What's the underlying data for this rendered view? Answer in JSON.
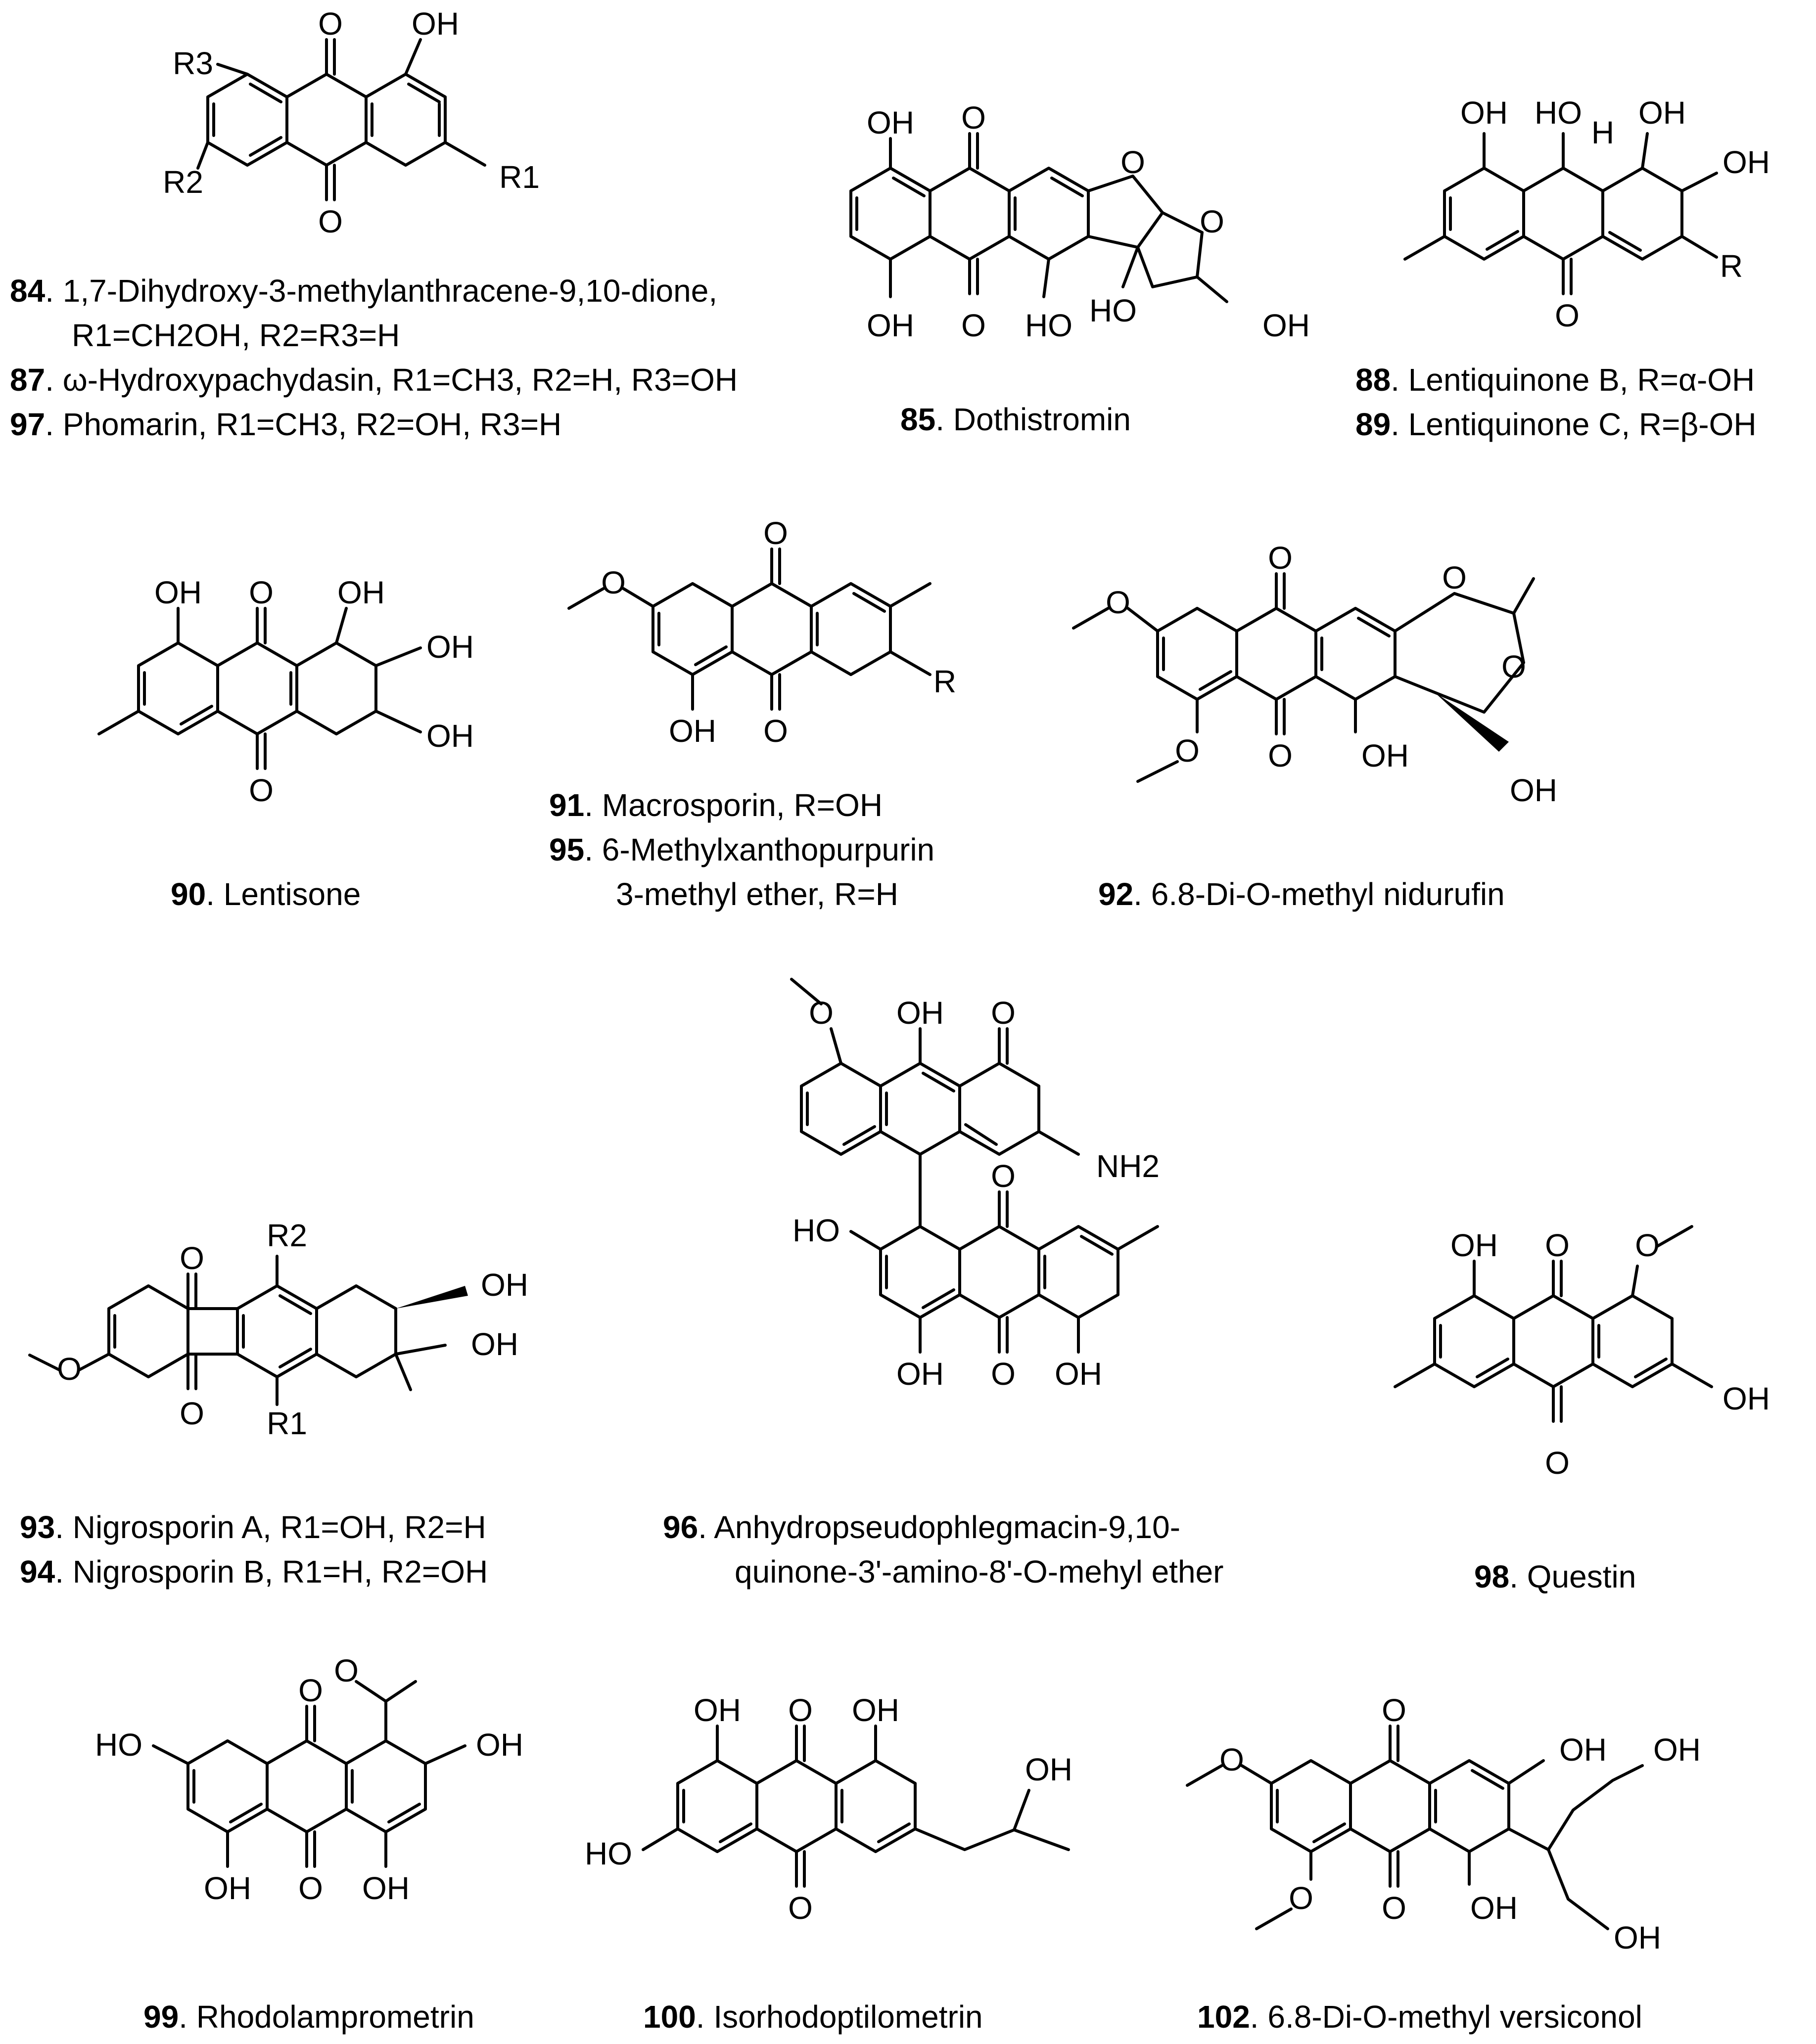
{
  "compounds": [
    {
      "id": "c84",
      "num": "84",
      "text": ". 1,7-Dihydroxy-3-methylanthracene-9,10-dione,",
      "line2": "R1=CH2OH, R2=R3=H"
    },
    {
      "id": "c87",
      "num": "87",
      "text": ". ω-Hydroxypachydasin, R1=CH3, R2=H, R3=OH"
    },
    {
      "id": "c97",
      "num": "97",
      "text": ". Phomarin, R1=CH3, R2=OH, R3=H"
    },
    {
      "id": "c85",
      "num": "85",
      "text": ". Dothistromin"
    },
    {
      "id": "c88",
      "num": "88",
      "text": ". Lentiquinone B, R=α-OH"
    },
    {
      "id": "c89",
      "num": "89",
      "text": ". Lentiquinone C, R=β-OH"
    },
    {
      "id": "c90",
      "num": "90",
      "text": ". Lentisone"
    },
    {
      "id": "c91",
      "num": "91",
      "text": ". Macrosporin, R=OH"
    },
    {
      "id": "c95",
      "num": "95",
      "text": ". 6-Methylxanthopurpurin",
      "line2": "3-methyl ether, R=H"
    },
    {
      "id": "c92",
      "num": "92",
      "text": ". 6.8-Di-O-methyl nidurufin"
    },
    {
      "id": "c93",
      "num": "93",
      "text": ". Nigrosporin A, R1=OH, R2=H"
    },
    {
      "id": "c94",
      "num": "94",
      "text": ". Nigrosporin B, R1=H, R2=OH"
    },
    {
      "id": "c96",
      "num": "96",
      "text": ". Anhydropseudophlegmacin-9,10-",
      "line2": "quinone-3'-amino-8'-O-mehyl ether"
    },
    {
      "id": "c98",
      "num": "98",
      "text": ". Questin"
    },
    {
      "id": "c99",
      "num": "99",
      "text": ". Rhodolamprometrin"
    },
    {
      "id": "c100",
      "num": "100",
      "text": ". Isorhodoptilometrin"
    },
    {
      "id": "c102",
      "num": "102",
      "text": ". 6.8-Di-O-methyl versiconol"
    }
  ],
  "atom_labels": {
    "O": "O",
    "OH": "OH",
    "HO": "HO",
    "H": "H",
    "R": "R",
    "R1": "R1",
    "R2": "R2",
    "R3": "R3",
    "NH2": "NH2"
  }
}
